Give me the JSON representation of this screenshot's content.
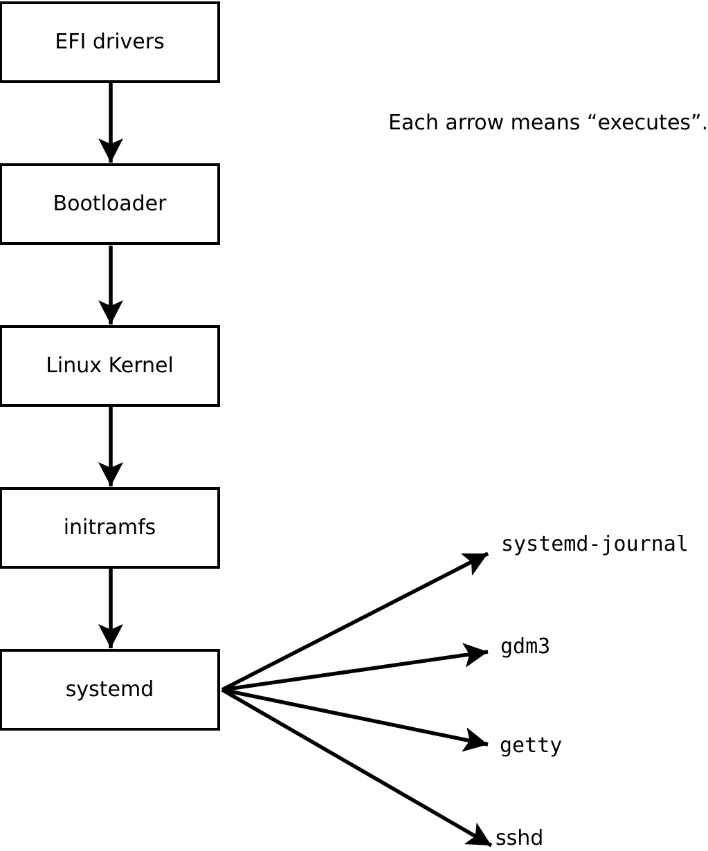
{
  "diagram": {
    "caption": "Each arrow means “executes”.",
    "chain": [
      {
        "label": "EFI drivers"
      },
      {
        "label": "Bootloader"
      },
      {
        "label": "Linux Kernel"
      },
      {
        "label": "initramfs"
      },
      {
        "label": "systemd"
      }
    ],
    "spawned": [
      {
        "label": "systemd-journal"
      },
      {
        "label": "gdm3"
      },
      {
        "label": "getty"
      },
      {
        "label": "sshd"
      }
    ],
    "edges": [
      {
        "from": "EFI drivers",
        "to": "Bootloader",
        "meaning": "executes"
      },
      {
        "from": "Bootloader",
        "to": "Linux Kernel",
        "meaning": "executes"
      },
      {
        "from": "Linux Kernel",
        "to": "initramfs",
        "meaning": "executes"
      },
      {
        "from": "initramfs",
        "to": "systemd",
        "meaning": "executes"
      },
      {
        "from": "systemd",
        "to": "systemd-journal",
        "meaning": "executes"
      },
      {
        "from": "systemd",
        "to": "gdm3",
        "meaning": "executes"
      },
      {
        "from": "systemd",
        "to": "getty",
        "meaning": "executes"
      },
      {
        "from": "systemd",
        "to": "sshd",
        "meaning": "executes"
      }
    ],
    "colors": {
      "stroke": "#000000",
      "box_fill": "#ffffff",
      "background": "#ffffff",
      "text": "#000000"
    }
  }
}
